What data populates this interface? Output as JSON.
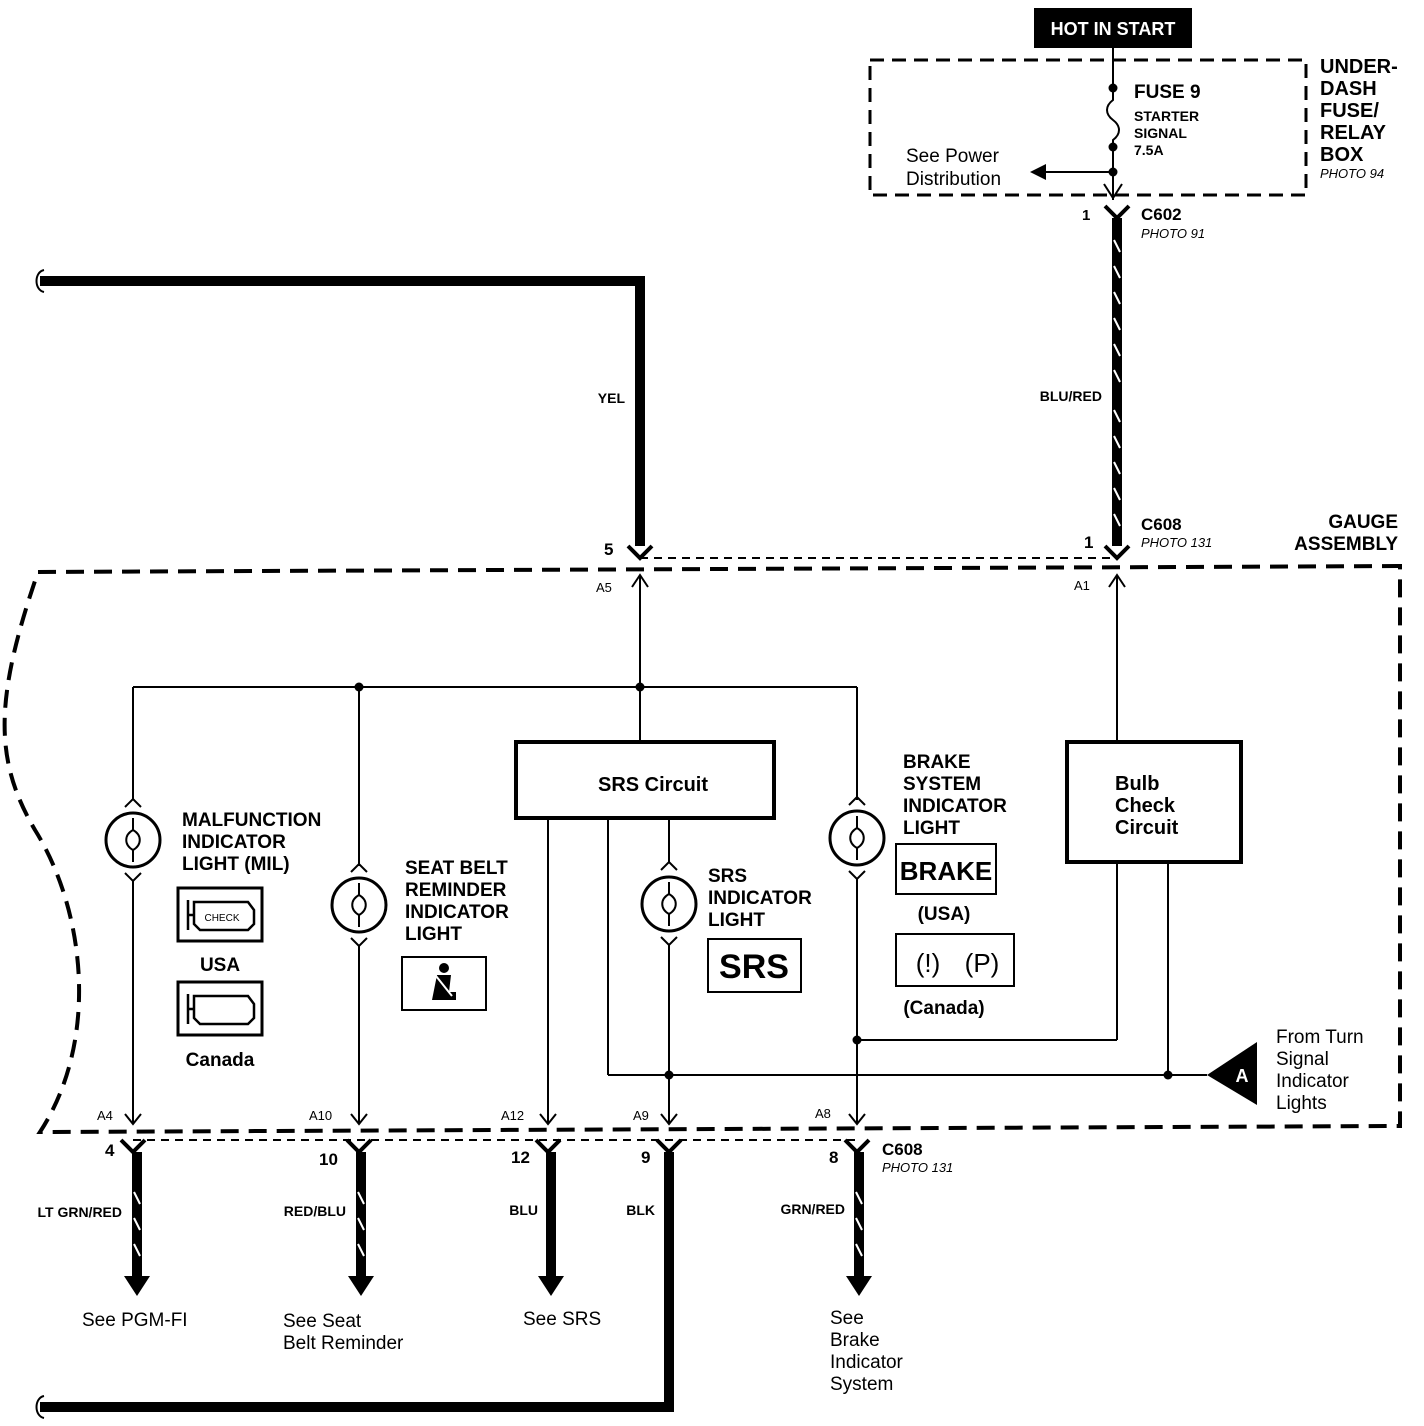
{
  "power": {
    "source_label": "HOT IN  START",
    "fuse_name": "FUSE 9",
    "fuse_desc": [
      "STARTER",
      "SIGNAL",
      "7.5A"
    ],
    "box_label": [
      "UNDER-",
      "DASH",
      "FUSE/",
      "RELAY",
      "BOX"
    ],
    "box_photo": "PHOTO 94",
    "power_dist": [
      "See Power",
      "Distribution"
    ]
  },
  "connectors": {
    "c602": {
      "name": "C602",
      "photo": "PHOTO 91",
      "pin": "1"
    },
    "c608_top": {
      "name": "C608",
      "photo": "PHOTO 131",
      "pin_left": "5",
      "pin_right": "1"
    },
    "c608_bottom": {
      "name": "C608",
      "photo": "PHOTO 131"
    }
  },
  "gauge_assembly": [
    "GAUGE",
    "ASSEMBLY"
  ],
  "wires": {
    "yel": "YEL",
    "blu_red": "BLU/RED",
    "lt_grn_red": "LT GRN/RED",
    "red_blu": "RED/BLU",
    "blu": "BLU",
    "blk": "BLK",
    "grn_red": "GRN/RED"
  },
  "pins_internal": {
    "a5": "A5",
    "a1": "A1",
    "a4": "A4",
    "a10": "A10",
    "a12": "A12",
    "a9": "A9",
    "a8": "A8"
  },
  "pins_bottom": {
    "p4": "4",
    "p10": "10",
    "p12": "12",
    "p9": "9",
    "p8": "8"
  },
  "components": {
    "srs_circuit": "SRS Circuit",
    "bulb_check": [
      "Bulb",
      "Check",
      "Circuit"
    ],
    "mil": [
      "MALFUNCTION",
      "INDICATOR",
      "LIGHT (MIL)"
    ],
    "seat_belt": [
      "SEAT BELT",
      "REMINDER",
      "INDICATOR",
      "LIGHT"
    ],
    "srs_light": [
      "SRS",
      "INDICATOR",
      "LIGHT"
    ],
    "brake_light": [
      "BRAKE",
      "SYSTEM",
      "INDICATOR",
      "LIGHT"
    ]
  },
  "symbols": {
    "check_text": "CHECK",
    "usa": "USA",
    "canada": "Canada",
    "srs_symbol": "SRS",
    "brake_symbol": "BRAKE",
    "usa_paren": "(USA)",
    "canada_paren": "(Canada)",
    "brake_canada_1": "(!)",
    "brake_canada_2": "(P)"
  },
  "turn_signal": {
    "marker": "A",
    "label": [
      "From Turn",
      "Signal",
      "Indicator",
      "Lights"
    ]
  },
  "destinations": {
    "pgmfi": "See PGM-FI",
    "seat_belt": [
      "See Seat",
      "Belt Reminder"
    ],
    "srs": "See SRS",
    "brake": [
      "See",
      "Brake",
      "Indicator",
      "System"
    ]
  }
}
